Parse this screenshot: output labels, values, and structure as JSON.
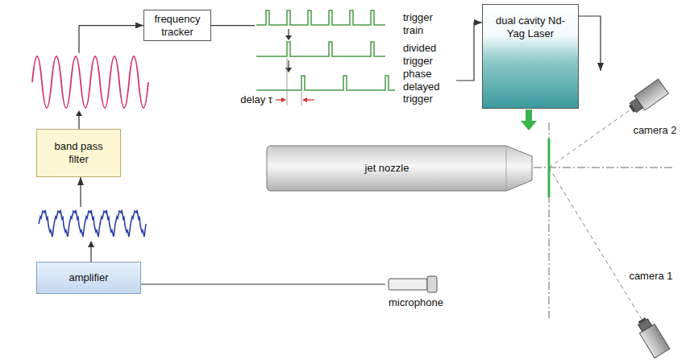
{
  "diagram": {
    "nodes": [
      {
        "text": [
          "frequency tracker"
        ]
      },
      {
        "text": [
          "band pass filter"
        ]
      },
      {
        "text": [
          "amplifier"
        ]
      },
      {
        "text": [
          "dual cavity Nd-Yag Laser"
        ]
      },
      {
        "text": [
          "jet nozzle"
        ]
      },
      {
        "text": [
          "microphone"
        ]
      },
      {
        "text": [
          "camera 2"
        ]
      },
      {
        "text": [
          "camera 1"
        ]
      }
    ],
    "edges": [
      {
        "from": 2,
        "to": 1,
        "arrow": "to"
      },
      {
        "from": 1,
        "to": 0,
        "arrow": "to"
      },
      {
        "from": 0,
        "to": 3,
        "arrow": "to"
      },
      {
        "from": 3,
        "to": 6,
        "arrow": "to"
      },
      {
        "from": 5,
        "to": 2,
        "arrow": "none"
      }
    ],
    "labels": [
      "trigger train",
      "divided trigger",
      "phase delayed trigger",
      "delay τ"
    ]
  }
}
